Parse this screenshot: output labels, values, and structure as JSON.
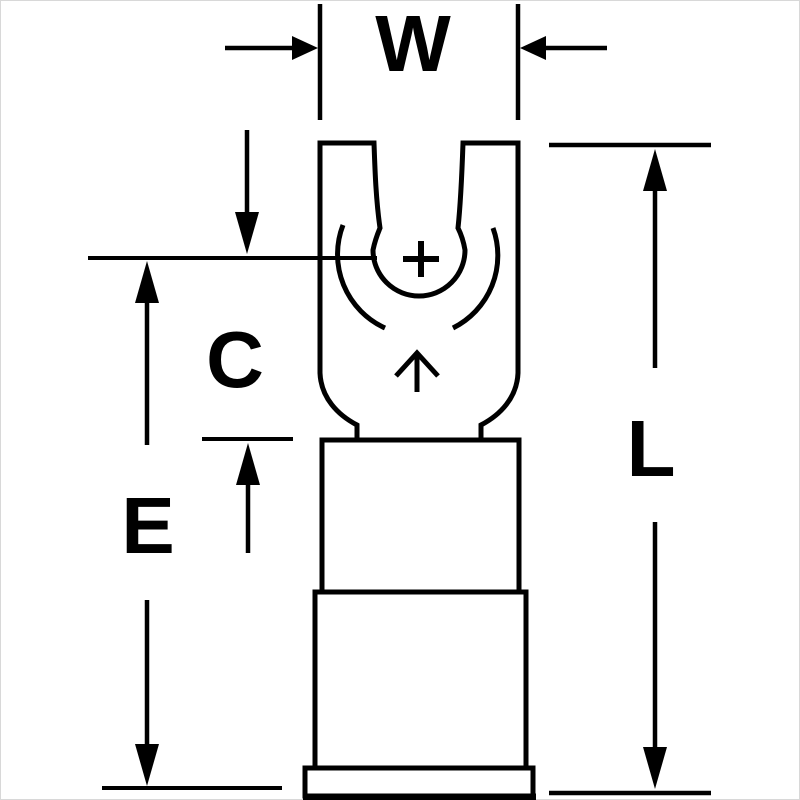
{
  "labels": {
    "width": "W",
    "contact": "C",
    "insulation": "E",
    "overall_length": "L"
  },
  "colors": {
    "line": "#000000",
    "background": "#ffffff"
  }
}
